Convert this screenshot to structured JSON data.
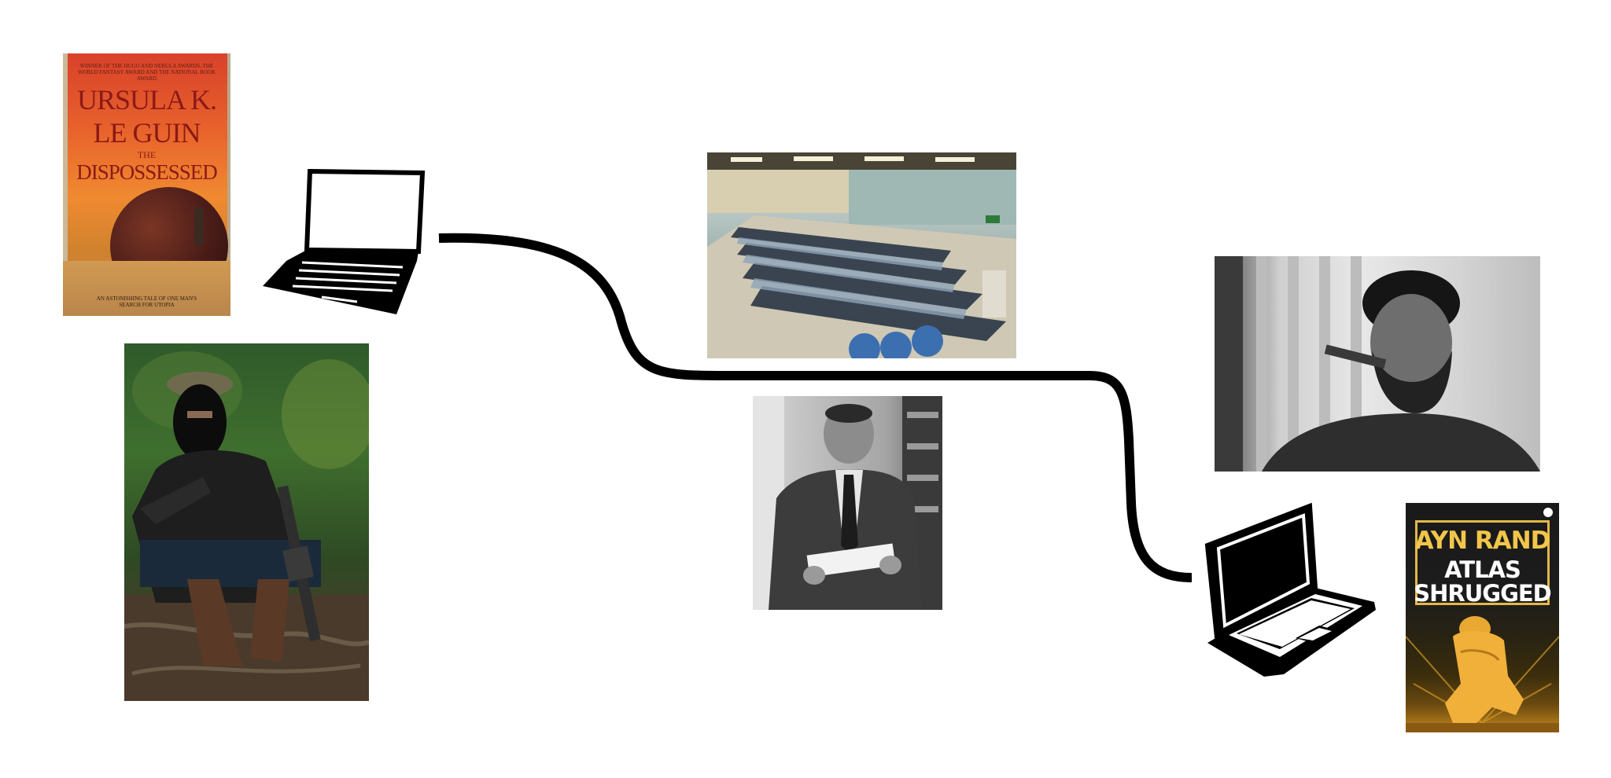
{
  "book_left": {
    "blurb": "WINNER OF THE HUGO AND NEBULA AWARDS, THE WORLD FANTASY AWARD AND THE NATIONAL BOOK AWARD",
    "author_line1": "URSULA K.",
    "author_line2": "LE GUIN",
    "title_the": "THE",
    "title": "DISPOSSESSED",
    "tagline": "AN ASTONISHING TALE OF ONE MAN'S SEARCH FOR UTOPIA"
  },
  "book_right": {
    "author": "AYN RAND",
    "title_line1": "ATLAS",
    "title_line2": "SHRUGGED"
  },
  "icons": [
    "laptop-icon",
    "laptop-icon"
  ],
  "colors": {
    "cable": "#000000",
    "background": "#ffffff"
  }
}
